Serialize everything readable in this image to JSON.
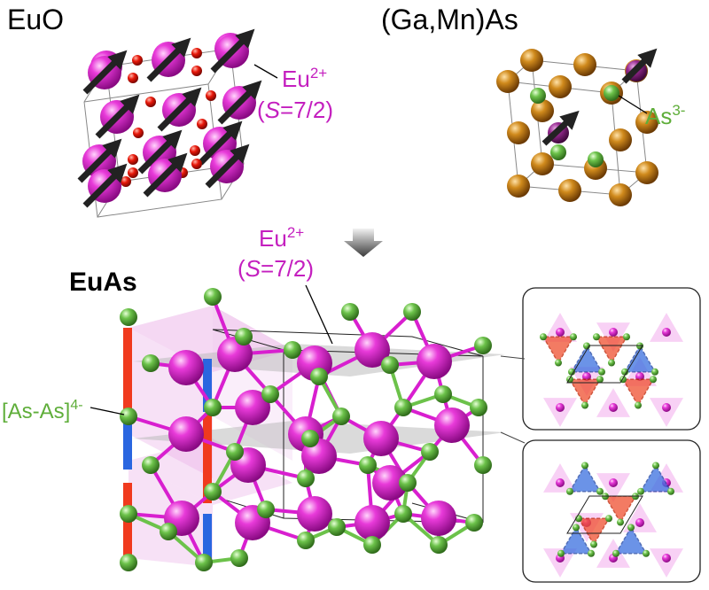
{
  "panels": {
    "euo": {
      "title": "EuO",
      "ion_label": "Eu",
      "ion_charge": "2+",
      "spin_open": "(",
      "spin_symbol": "S",
      "spin_value": "=7/2)"
    },
    "gamnas": {
      "title": "(Ga,Mn)As",
      "ion_label": "As",
      "ion_charge": "3-"
    },
    "euas": {
      "title": "EuAs",
      "ion_label": "Eu",
      "ion_charge": "2+",
      "spin_open": "(",
      "spin_symbol": "S",
      "spin_value": "=7/2)",
      "dimer_label": "[As-As]",
      "dimer_charge": "4-"
    }
  },
  "colors": {
    "eu": "#d81fcf",
    "as": "#5aa83c",
    "ga": "#c27a10",
    "mn": "#8a1a86",
    "o": "#e0140a",
    "dimer_red": "#f03a1e",
    "dimer_blue": "#2a66e0",
    "label_magenta": "#c41fbf",
    "label_green": "#5fae3a"
  },
  "icons": [
    "spin-arrow-icon",
    "down-arrow-icon"
  ]
}
